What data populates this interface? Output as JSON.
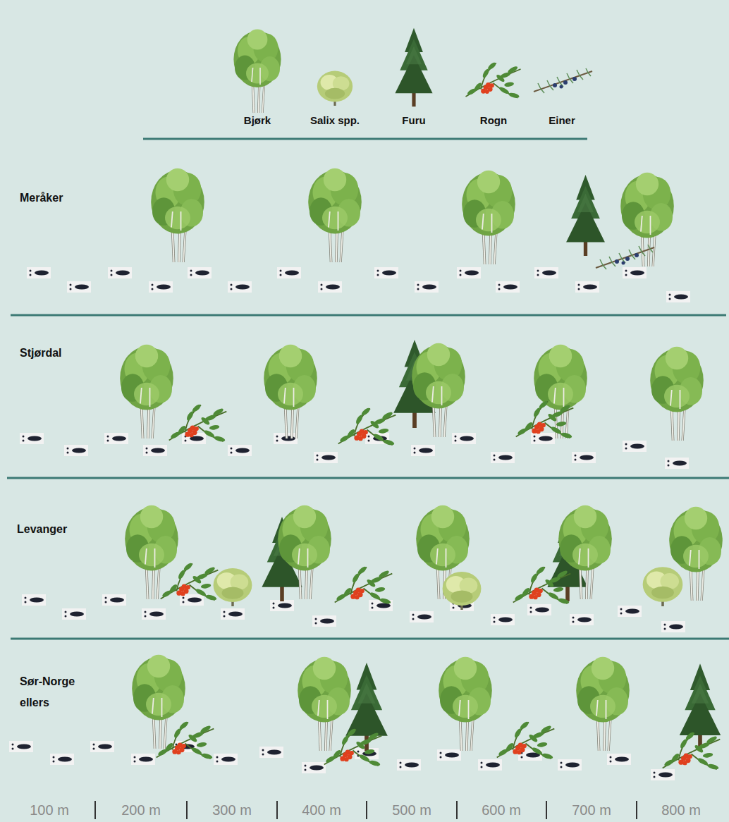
{
  "diagram": {
    "labels": [
      "Meråker",
      "Stjørdal",
      "Levanger",
      "Sør-Norge ellers",
      "100 m",
      "200 m",
      "300 m",
      "400 m",
      "500 m",
      "600 m",
      "700 m",
      "800 m"
    ],
    "legend": [
      {
        "text": "Bjørk"
      },
      {
        "text": "Salix spp."
      },
      {
        "text": "Furu"
      },
      {
        "text": "Rogn"
      },
      {
        "text": "Einer"
      }
    ]
  }
}
